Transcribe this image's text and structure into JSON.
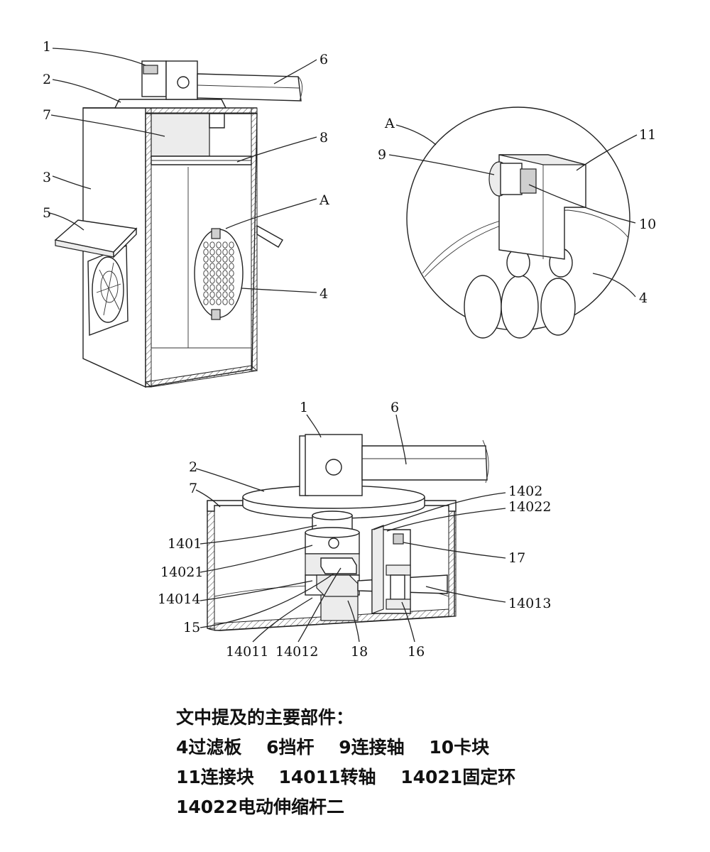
{
  "labels": {
    "fig1": [
      "1",
      "2",
      "7",
      "3",
      "5",
      "6",
      "8",
      "A",
      "4"
    ],
    "detail": [
      "A",
      "9",
      "11",
      "10",
      "4"
    ],
    "fig2": [
      "1",
      "6",
      "2",
      "7",
      "1402",
      "14022",
      "1401",
      "14021",
      "17",
      "14014",
      "14013",
      "15",
      "14011",
      "14012",
      "18",
      "16"
    ]
  },
  "legend": {
    "title": "文中提及的主要部件：",
    "rows": [
      [
        "4过滤板",
        "6挡杆",
        "9连接轴",
        "10卡块"
      ],
      [
        "11连接块",
        "14011转轴",
        "14021固定环"
      ],
      [
        "14022电动伸缩杆二"
      ]
    ]
  }
}
